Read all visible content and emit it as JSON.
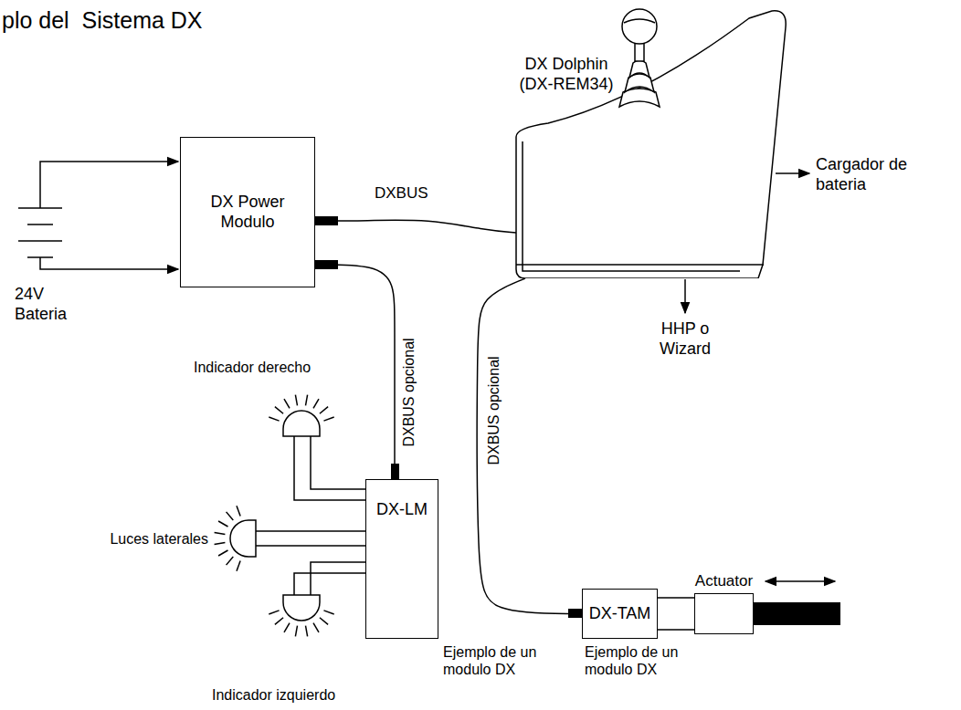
{
  "diagram": {
    "title": "plo del  Sistema DX",
    "nodes": [
      {
        "text": [
          "DX Dolphin (DX-REM34)"
        ]
      },
      {
        "text": [
          "DX Power Modulo"
        ]
      },
      {
        "text": [
          "DX-LM"
        ]
      },
      {
        "text": [
          "DX-TAM"
        ]
      },
      {
        "text": [
          "Actuator"
        ]
      }
    ],
    "edges": [
      {
        "from": 1,
        "to": 0,
        "arrow": "none",
        "label": "DXBUS"
      },
      {
        "from": 1,
        "to": 2,
        "arrow": "none",
        "label": "DXBUS opcional"
      },
      {
        "from": 0,
        "to": 3,
        "arrow": "none",
        "label": "DXBUS opcional"
      },
      {
        "from": 3,
        "to": 4,
        "arrow": "none"
      }
    ],
    "labels": [
      "24V Bateria",
      "Cargador de bateria",
      "HHP o Wizard",
      "Indicador derecho",
      "Luces laterales",
      "Indicador izquierdo",
      "Ejemplo de un modulo DX",
      "Ejemplo de un modulo DX"
    ]
  }
}
